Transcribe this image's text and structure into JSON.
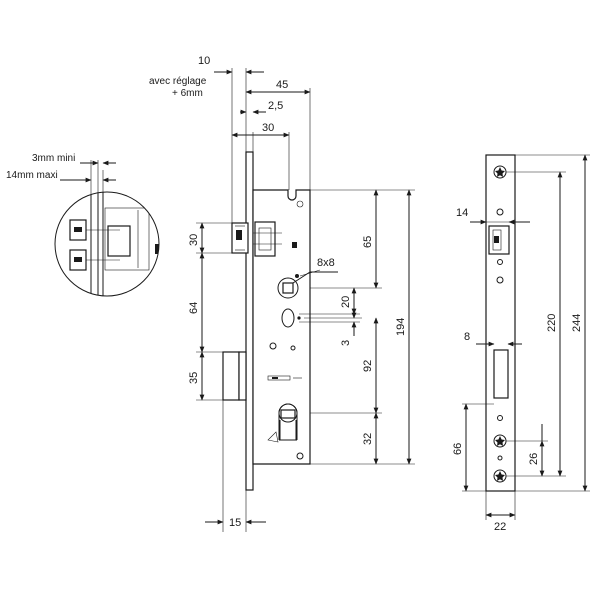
{
  "drawing": {
    "dims": {
      "d10": "10",
      "adjust_line1": "avec réglage",
      "adjust_line2": "+ 6mm",
      "d45": "45",
      "d2_5": "2,5",
      "d30_top": "30",
      "d3mm": "3mm mini",
      "d14mm": "14mm maxi",
      "d30_left": "30",
      "d64": "64",
      "d35": "35",
      "d15": "15",
      "d65": "65",
      "d8x8": "8x8",
      "d20": "20",
      "d3": "3",
      "d92": "92",
      "d32": "32",
      "d194": "194",
      "d14_strike": "14",
      "d8_strike": "8",
      "d66": "66",
      "d26": "26",
      "d22": "22",
      "d220": "220",
      "d244": "244"
    }
  }
}
